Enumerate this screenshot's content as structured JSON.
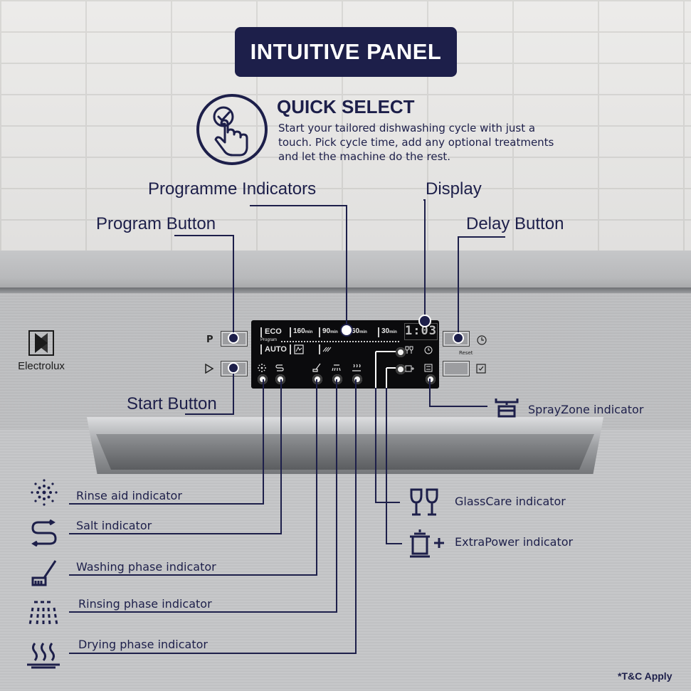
{
  "headline": "INTUITIVE PANEL",
  "quick_select": {
    "title": "QUICK SELECT",
    "text": "Start your tailored dishwashing cycle with just a touch. Pick cycle time, add any optional treatments and let the machine do the rest."
  },
  "callouts": {
    "programme_indicators": "Programme Indicators",
    "display": "Display",
    "program_button": "Program Button",
    "delay_button": "Delay Button",
    "start_button": "Start Button"
  },
  "brand": {
    "name": "Electrolux"
  },
  "panel": {
    "eco": "ECO",
    "t160": "160",
    "t90": "90",
    "t60": "60",
    "t30": "30",
    "unit": "min",
    "program_label": "Program",
    "auto": "AUTO",
    "display_value": "1:03",
    "p_label": "P",
    "reset_label": "Reset"
  },
  "right_indicators": {
    "sprayzone": "SprayZone indicator",
    "glasscare": "GlassCare indicator",
    "extrapower": "ExtraPower indicator"
  },
  "left_indicators": {
    "rinse_aid": "Rinse aid indicator",
    "salt": "Salt indicator",
    "washing": "Washing phase indicator",
    "rinsing": "Rinsing phase indicator",
    "drying": "Drying phase indicator"
  },
  "footnote": "*T&C Apply",
  "colors": {
    "navy": "#1d1f4a",
    "panel": "#0b0b0d",
    "steel": "#c0c1c3"
  }
}
